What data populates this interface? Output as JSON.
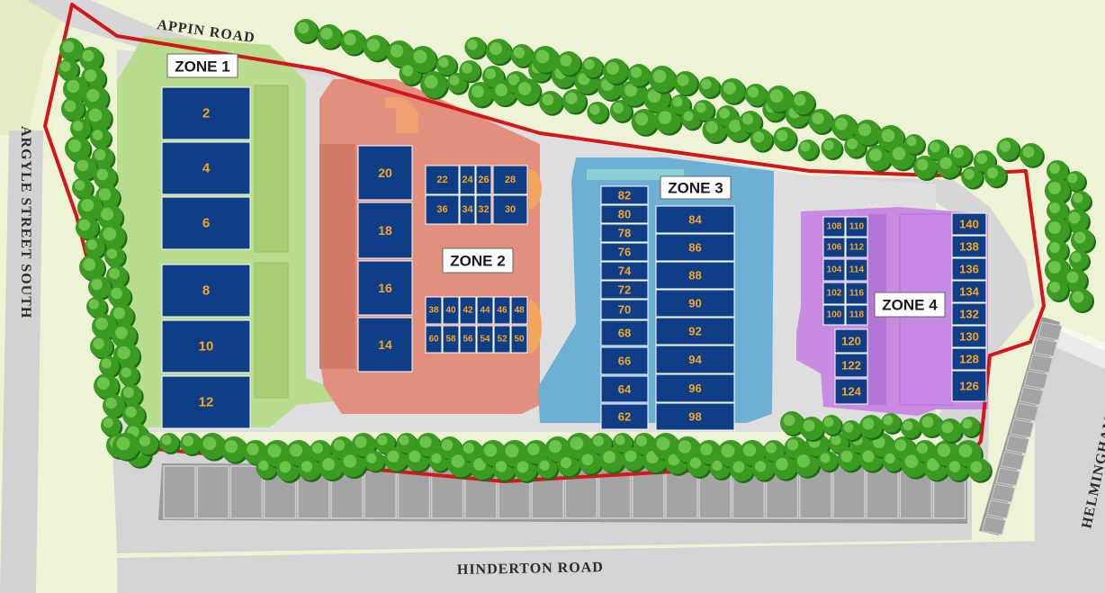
{
  "roads": {
    "appin": "APPIN ROAD",
    "argyle": "ARGYLE STREET SOUTH",
    "hinderton": "HINDERTON ROAD",
    "helmingham": "HELMINGHAM ROAD"
  },
  "zones": {
    "zone1": "ZONE 1",
    "zone2": "ZONE 2",
    "zone3": "ZONE 3",
    "zone4": "ZONE 4"
  },
  "units": {
    "u2": "2",
    "u4": "4",
    "u6": "6",
    "u8": "8",
    "u10": "10",
    "u12": "12",
    "u14": "14",
    "u16": "16",
    "u18": "18",
    "u20": "20",
    "u22": "22",
    "u24": "24",
    "u26": "26",
    "u28": "28",
    "u30": "30",
    "u32": "32",
    "u34": "34",
    "u36": "36",
    "u38": "38",
    "u40": "40",
    "u42": "42",
    "u44": "44",
    "u46": "46",
    "u48": "48",
    "u50": "50",
    "u52": "52",
    "u54": "54",
    "u56": "56",
    "u58": "58",
    "u60": "60",
    "u62": "62",
    "u64": "64",
    "u66": "66",
    "u68": "68",
    "u70": "70",
    "u72": "72",
    "u74": "74",
    "u76": "76",
    "u78": "78",
    "u80": "80",
    "u82": "82",
    "u84": "84",
    "u86": "86",
    "u88": "88",
    "u90": "90",
    "u92": "92",
    "u94": "94",
    "u96": "96",
    "u98": "98",
    "u100": "100",
    "u102": "102",
    "u104": "104",
    "u106": "106",
    "u108": "108",
    "u110": "110",
    "u112": "112",
    "u114": "114",
    "u116": "116",
    "u118": "118",
    "u120": "120",
    "u122": "122",
    "u124": "124",
    "u126": "126",
    "u128": "128",
    "u130": "130",
    "u132": "132",
    "u134": "134",
    "u136": "136",
    "u138": "138",
    "u140": "140"
  },
  "colors": {
    "unit_fill": "#103e86",
    "unit_text": "#f5a623",
    "boundary": "#d4161b",
    "zone1": "#b5dc8c",
    "zone2": "#e2907d",
    "zone3": "#6eb0d4",
    "zone4": "#c98ae2",
    "tree": "#3a9a22",
    "road": "#d4d4d4",
    "grass": "#eaf1cc"
  }
}
